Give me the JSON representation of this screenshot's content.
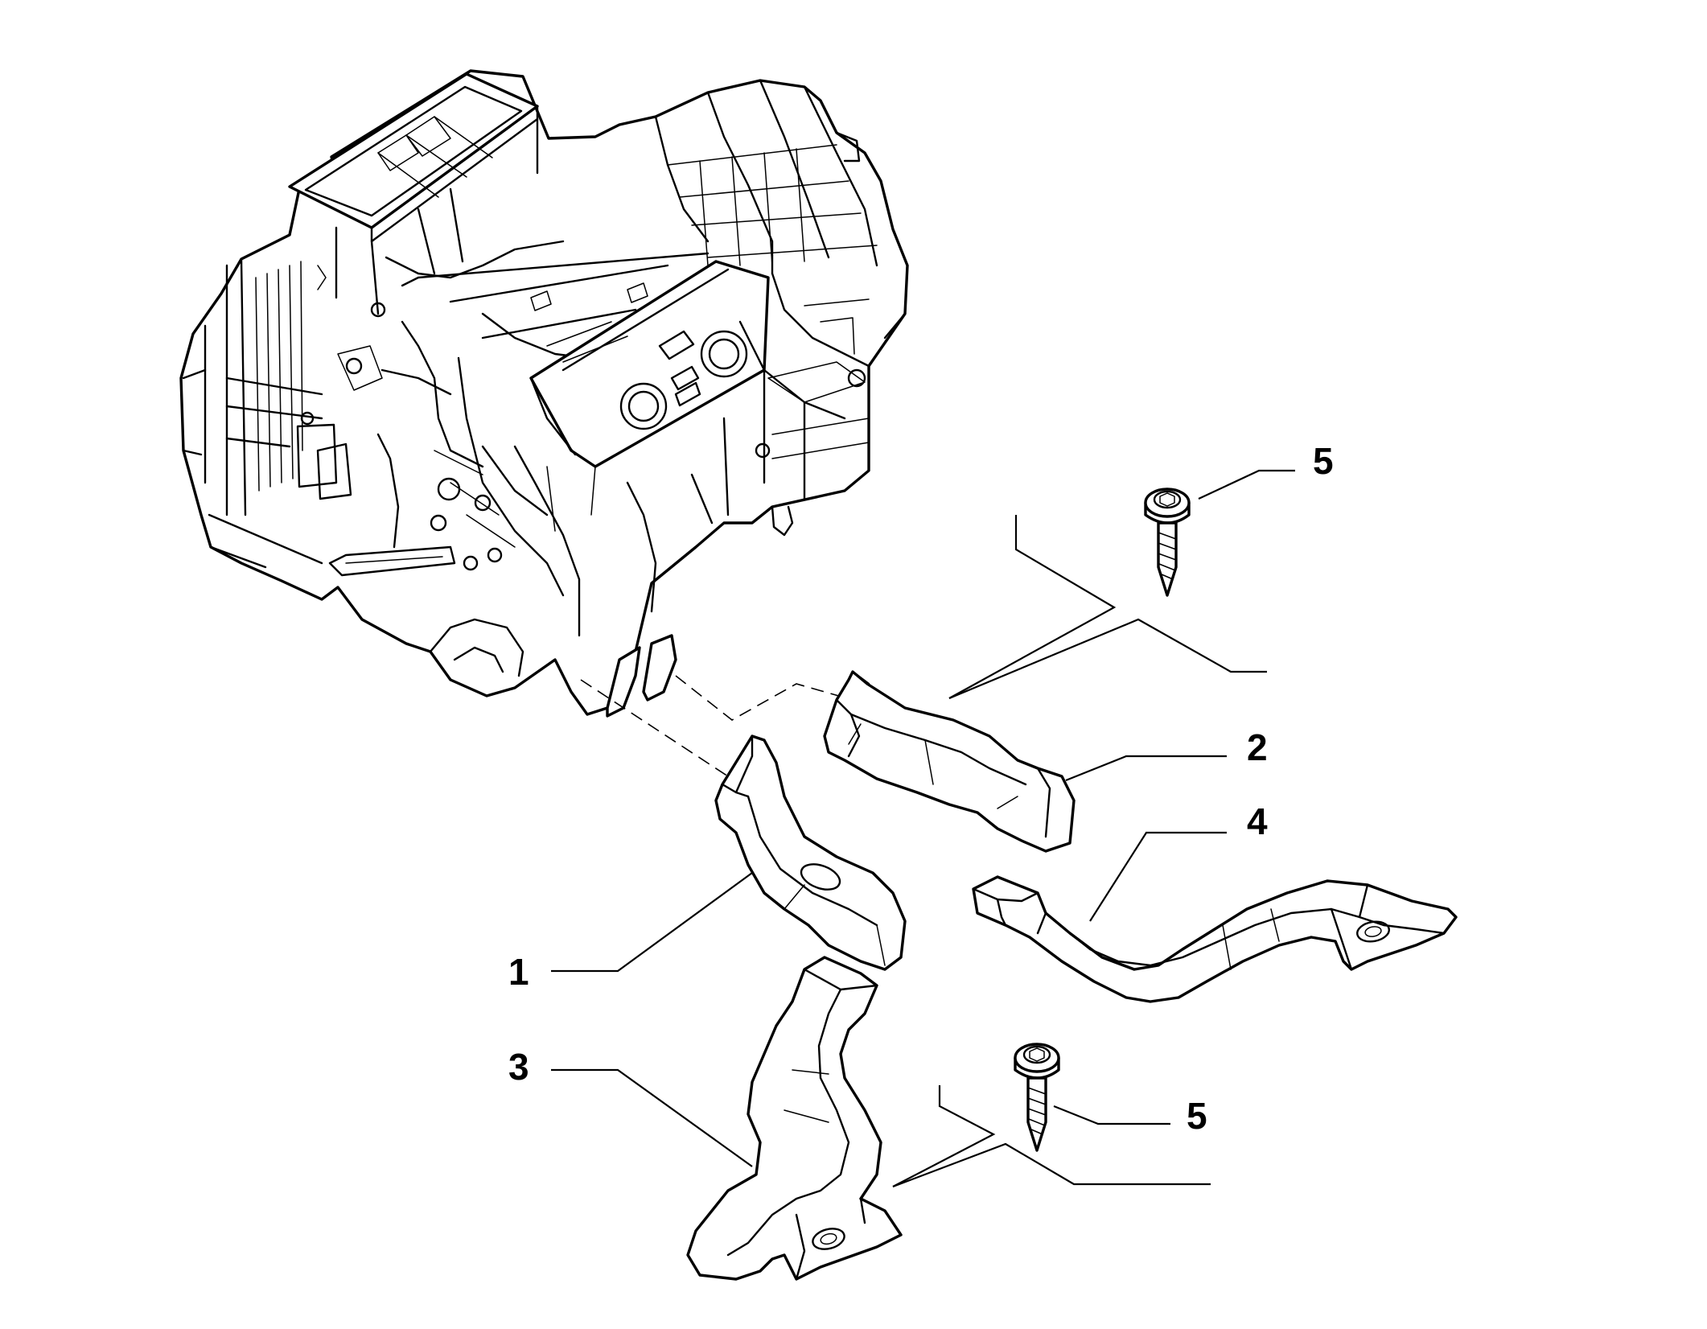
{
  "callouts": [
    {
      "id": "c1",
      "label": "1",
      "part": "lower-duct-left"
    },
    {
      "id": "c2",
      "label": "2",
      "part": "upper-duct"
    },
    {
      "id": "c3",
      "label": "3",
      "part": "floor-duct-left"
    },
    {
      "id": "c4",
      "label": "4",
      "part": "floor-duct-right"
    },
    {
      "id": "c5a",
      "label": "5",
      "part": "screw-upper"
    },
    {
      "id": "c5b",
      "label": "5",
      "part": "screw-lower"
    }
  ],
  "colors": {
    "ink": "#000000",
    "paper": "#ffffff"
  }
}
